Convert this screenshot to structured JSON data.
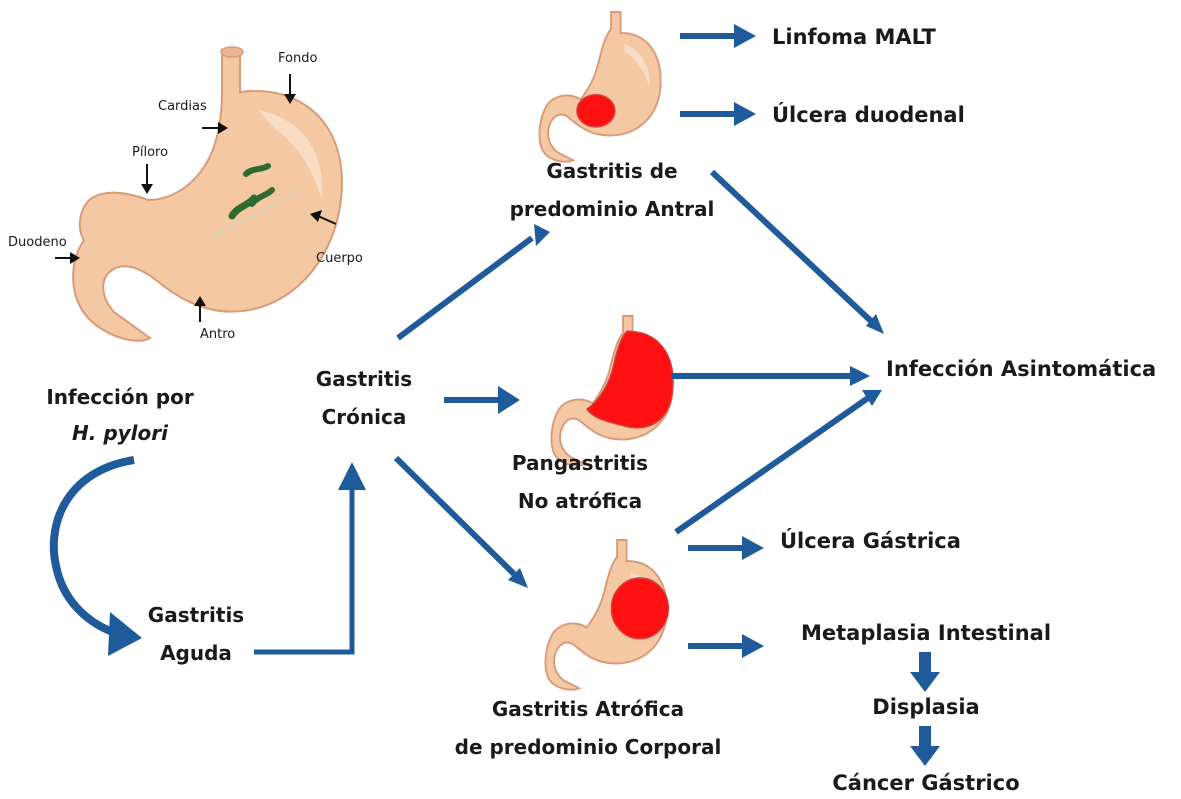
{
  "anatomy": {
    "fondo": "Fondo",
    "cardias": "Cardias",
    "piloro": "Píloro",
    "duodeno": "Duodeno",
    "cuerpo": "Cuerpo",
    "antro": "Antro"
  },
  "infection": {
    "line1": "Infección por",
    "line2": "H. pylori"
  },
  "acute": {
    "line1": "Gastritis",
    "line2": "Aguda"
  },
  "chronic": {
    "line1": "Gastritis",
    "line2": "Crónica"
  },
  "antral": {
    "line1": "Gastritis  de",
    "line2": "predominio Antral"
  },
  "pangastritis": {
    "line1": "Pangastritis",
    "line2": "No atrófica"
  },
  "atrophic": {
    "line1": "Gastritis  Atrófica",
    "line2": "de predominio Corporal"
  },
  "outcomes": {
    "malt": "Linfoma MALT",
    "duodenal_ulcer": "Úlcera duodenal",
    "asymptomatic": "Infección Asintomática",
    "gastric_ulcer": "Úlcera Gástrica",
    "metaplasia": "Metaplasia Intestinal",
    "dysplasia": "Displasia",
    "cancer": "Cáncer Gástrico"
  },
  "colors": {
    "arrow": "#1f5a9b",
    "inflammation": "#ff1010",
    "stomach": "#f4c8a3"
  }
}
